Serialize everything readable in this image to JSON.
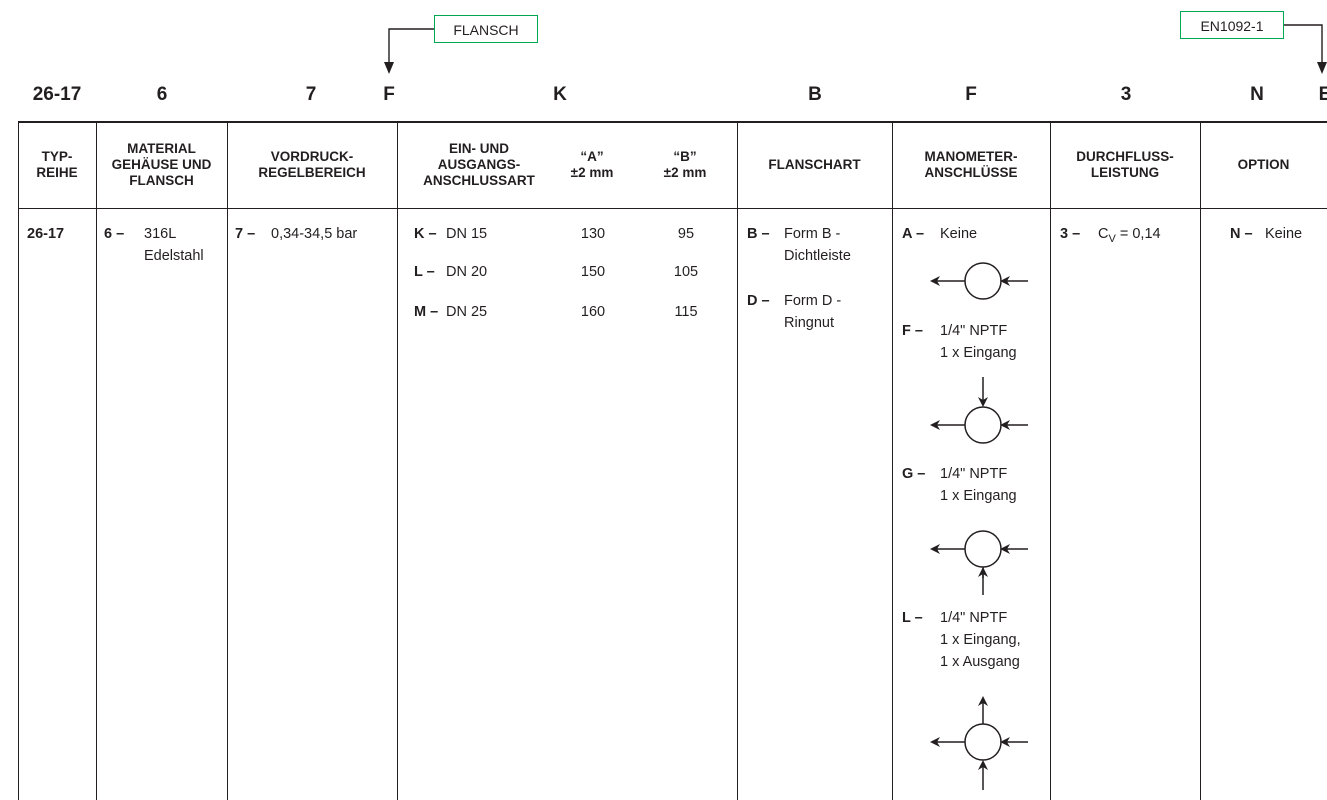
{
  "callouts": {
    "flansch": "FLANSCH",
    "en1092": "EN1092-1"
  },
  "code_row": [
    "26-17",
    "6",
    "7",
    "F",
    "K",
    "B",
    "F",
    "3",
    "N",
    "E"
  ],
  "headers": {
    "typ": "TYP-\nREIHE",
    "material": "MATERIAL\nGEHÄUSE UND\nFLANSCH",
    "vordruck": "VORDRUCK-\nREGELBEREICH",
    "anschluss": "EIN- UND\nAUSGANGS-\nANSCHLUSSART",
    "a": "“A”",
    "a_tol": "±2 mm",
    "b": "“B”",
    "b_tol": "±2 mm",
    "flanschart": "FLANSCHART",
    "manometer": "MANOMETER-\nANSCHLÜSSE",
    "durchfluss": "DURCHFLUSS-\nLEISTUNG",
    "option": "OPTION"
  },
  "row": {
    "typ": "26-17",
    "material": {
      "code": "6 –",
      "line1": "316L",
      "line2": "Edelstahl"
    },
    "vordruck": {
      "code": "7 –",
      "value": "0,34-34,5 bar"
    },
    "connections": [
      {
        "code": "K –",
        "label": "DN 15",
        "a": "130",
        "b": "95"
      },
      {
        "code": "L –",
        "label": "DN 20",
        "a": "150",
        "b": "105"
      },
      {
        "code": "M –",
        "label": "DN 25",
        "a": "160",
        "b": "115"
      }
    ],
    "flanschart": [
      {
        "code": "B –",
        "line1": "Form B -",
        "line2": "Dichtleiste"
      },
      {
        "code": "D –",
        "line1": "Form D -",
        "line2": "Ringnut"
      }
    ],
    "manometer": [
      {
        "code": "A –",
        "lines": [
          "Keine"
        ]
      },
      {
        "code": "F –",
        "lines": [
          "1/4\" NPTF",
          "1 x Eingang"
        ]
      },
      {
        "code": "G –",
        "lines": [
          "1/4\" NPTF",
          "1 x Eingang"
        ]
      },
      {
        "code": "L –",
        "lines": [
          "1/4\" NPTF",
          "1 x Eingang,",
          "1 x Ausgang"
        ]
      }
    ],
    "durchfluss": {
      "code": "3 –",
      "c": "C",
      "sub": "V",
      "value": " = 0,14"
    },
    "option": {
      "code": "N –",
      "value": "Keine"
    }
  },
  "colors": {
    "callout_border": "#00a651",
    "ink": "#231f20"
  }
}
